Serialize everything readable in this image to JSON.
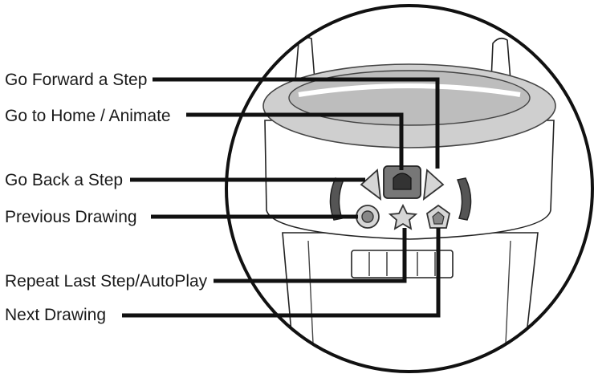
{
  "labels": {
    "forward": "Go Forward a Step",
    "home": "Go to Home / Animate",
    "back": "Go Back a Step",
    "previous": "Previous Drawing",
    "repeat": "Repeat Last Step/AutoPlay",
    "next": "Next Drawing"
  },
  "colors": {
    "line": "#111111",
    "button_fill": "#d6d6d6",
    "body_grey": "#cfcfcf"
  }
}
